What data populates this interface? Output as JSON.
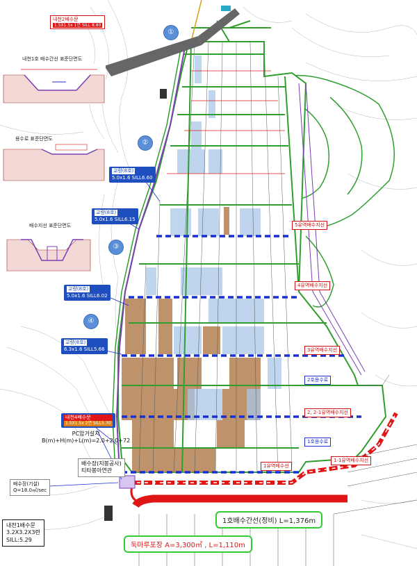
{
  "labels": {
    "top_gate_title": "내천2배수문",
    "top_gate_spec": "1.5X1.5x 1연 SILL 8.80",
    "section1_title": "내천1호 배수간선 표준단면도",
    "section2_title": "용수로 표준단면도",
    "section3_title": "배수지선 표준단면도",
    "gate1_title": "교량(8호)",
    "gate1_spec": "5.0x1.6  SILL6.60",
    "gate2_title": "교량(8호)",
    "gate2_spec": "5.0x1.6  SILL6.15",
    "gate3_title": "교량(8호)",
    "gate3_spec": "5.0x1.6  SILL6.02",
    "gate4_title": "교량(8호)",
    "gate4_spec": "6.3x1.6  SILL5.66",
    "gate5_title": "내천4배수문",
    "gate5_spec": "1.5X1.5x 2연 SILL5.30",
    "pc_title": "PC암거설치",
    "pc_formula": "B(m)+H(m)+L(m)=2.0+2.0+72",
    "pump_new_1": "배수장(지봉공사)",
    "pump_new_2": "티타봉아연관",
    "pump_old_1": "배수장(기설)",
    "pump_old_2": "Q=18.0㎥/sec",
    "sluice_1": "내천1배수문",
    "sluice_2": "3.2X3.2X3련",
    "sluice_3": "SILL:5.29",
    "drain_main": "1호배수간선(정비)  L=1,376m",
    "embankment": "둑마루포장 A=3,300㎡  , L=1,110m",
    "ditch_5": "5유역배수지선",
    "ditch_4": "4유역배수지선",
    "ditch_3": "3유역배수지선",
    "ditch_2s": "2호용수로",
    "ditch_22": "2, 2-1유역배수지선",
    "ditch_1s": "1호용수로",
    "ditch_1a": "1유역배수선",
    "ditch_11": "1-1유역배수지선",
    "circle_1": "①",
    "circle_2": "②",
    "circle_3": "③",
    "circle_4": "④"
  },
  "colors": {
    "green_road": "#2e9e2e",
    "blue_dash": "#1a2fd0",
    "field_brown": "#b8875a",
    "field_blue": "#a9c8e8",
    "red": "#e01616",
    "purple": "#7a3fb0"
  }
}
